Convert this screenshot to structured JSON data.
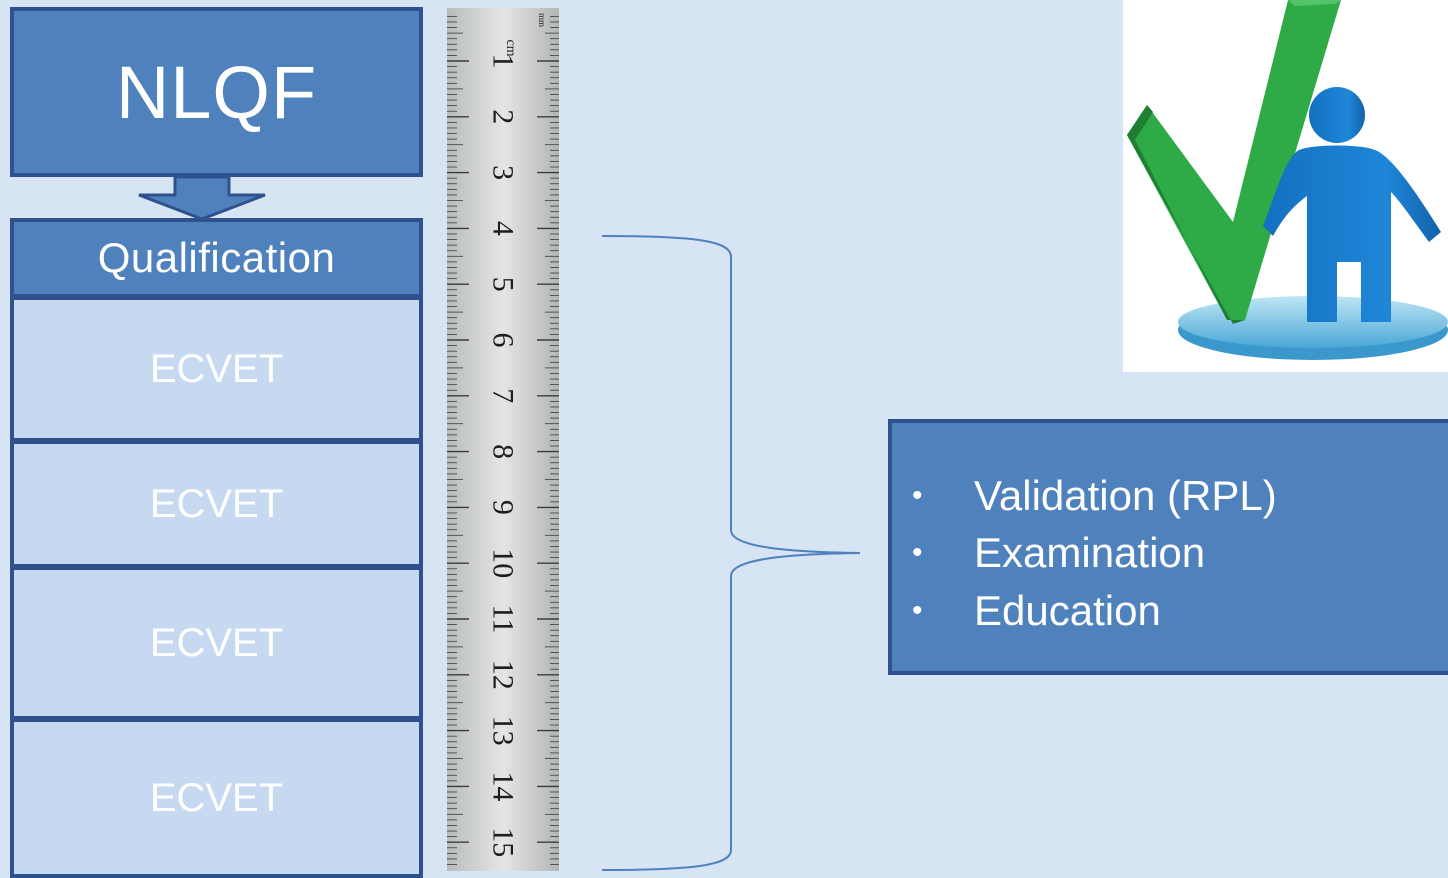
{
  "framework": {
    "title": "NLQF",
    "qualification_label": "Qualification",
    "units": [
      "ECVET",
      "ECVET",
      "ECVET",
      "ECVET"
    ]
  },
  "ruler": {
    "unit": "cm",
    "unit_small": "mm",
    "numbers": [
      "1",
      "2",
      "3",
      "4",
      "5",
      "6",
      "7",
      "8",
      "9",
      "10",
      "11",
      "12",
      "13",
      "14",
      "15"
    ]
  },
  "methods": {
    "bullet": "•",
    "items": [
      "Validation (RPL)",
      "Examination",
      "Education"
    ]
  },
  "icons": {
    "arrow": "down-arrow-icon",
    "brace": "curly-brace-icon",
    "validation": "checkmark-person-icon"
  },
  "colors": {
    "background": "#d7e4f3",
    "box_dark": "#4f81bd",
    "box_light": "#c6d9f0",
    "border": "#2f528f",
    "check_green": "#2eaa47",
    "person_blue": "#1a7ac8"
  }
}
